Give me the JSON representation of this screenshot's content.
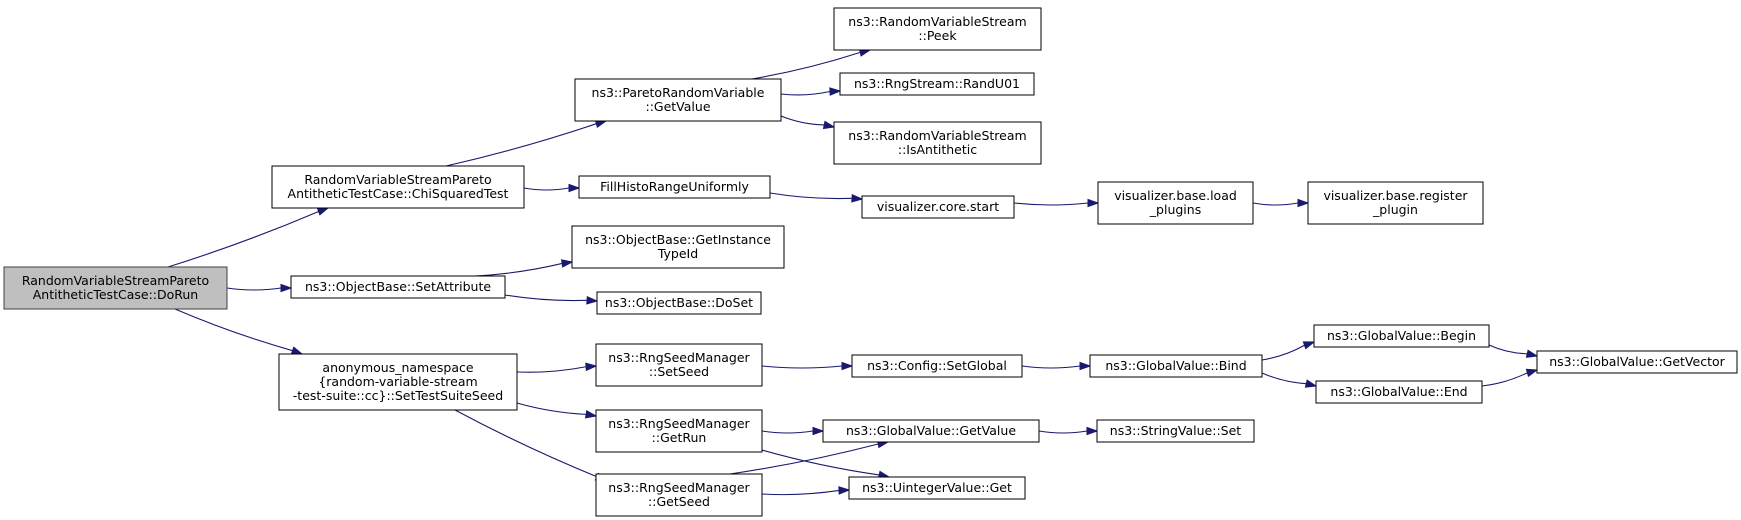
{
  "graph": {
    "edge_color": "#191970",
    "root_fill": "#bfbfbf",
    "nodes": [
      {
        "id": "doRun",
        "root": true,
        "lines": [
          "RandomVariableStreamPareto",
          "AntitheticTestCase::DoRun"
        ]
      },
      {
        "id": "chiSq",
        "lines": [
          "RandomVariableStreamPareto",
          "AntitheticTestCase::ChiSquaredTest"
        ]
      },
      {
        "id": "setAttr",
        "lines": [
          "ns3::ObjectBase::SetAttribute"
        ]
      },
      {
        "id": "setSuite",
        "lines": [
          "anonymous_namespace",
          "{random-variable-stream",
          "-test-suite::cc}::SetTestSuiteSeed"
        ]
      },
      {
        "id": "paretoGet",
        "lines": [
          "ns3::ParetoRandomVariable",
          "::GetValue"
        ]
      },
      {
        "id": "fillHisto",
        "lines": [
          "FillHistoRangeUniformly"
        ]
      },
      {
        "id": "getInst",
        "lines": [
          "ns3::ObjectBase::GetInstance",
          "TypeId"
        ]
      },
      {
        "id": "doSet",
        "lines": [
          "ns3::ObjectBase::DoSet"
        ]
      },
      {
        "id": "setSeed",
        "lines": [
          "ns3::RngSeedManager",
          "::SetSeed"
        ]
      },
      {
        "id": "getRun",
        "lines": [
          "ns3::RngSeedManager",
          "::GetRun"
        ]
      },
      {
        "id": "getSeed",
        "lines": [
          "ns3::RngSeedManager",
          "::GetSeed"
        ]
      },
      {
        "id": "peek",
        "lines": [
          "ns3::RandomVariableStream",
          "::Peek"
        ]
      },
      {
        "id": "randU01",
        "lines": [
          "ns3::RngStream::RandU01"
        ]
      },
      {
        "id": "isAnti",
        "lines": [
          "ns3::RandomVariableStream",
          "::IsAntithetic"
        ]
      },
      {
        "id": "vizStart",
        "lines": [
          "visualizer.core.start"
        ]
      },
      {
        "id": "loadPlugins",
        "lines": [
          "visualizer.base.load",
          "_plugins"
        ]
      },
      {
        "id": "regPlugin",
        "lines": [
          "visualizer.base.register",
          "_plugin"
        ]
      },
      {
        "id": "cfgSetGlobal",
        "lines": [
          "ns3::Config::SetGlobal"
        ]
      },
      {
        "id": "gvBind",
        "lines": [
          "ns3::GlobalValue::Bind"
        ]
      },
      {
        "id": "gvBegin",
        "lines": [
          "ns3::GlobalValue::Begin"
        ]
      },
      {
        "id": "gvEnd",
        "lines": [
          "ns3::GlobalValue::End"
        ]
      },
      {
        "id": "gvGetVector",
        "lines": [
          "ns3::GlobalValue::GetVector"
        ]
      },
      {
        "id": "gvGetValue",
        "lines": [
          "ns3::GlobalValue::GetValue"
        ]
      },
      {
        "id": "strSet",
        "lines": [
          "ns3::StringValue::Set"
        ]
      },
      {
        "id": "uintGet",
        "lines": [
          "ns3::UintegerValue::Get"
        ]
      }
    ],
    "edges": [
      [
        "doRun",
        "chiSq"
      ],
      [
        "doRun",
        "setAttr"
      ],
      [
        "doRun",
        "setSuite"
      ],
      [
        "chiSq",
        "paretoGet"
      ],
      [
        "chiSq",
        "fillHisto"
      ],
      [
        "paretoGet",
        "peek"
      ],
      [
        "paretoGet",
        "randU01"
      ],
      [
        "paretoGet",
        "isAnti"
      ],
      [
        "fillHisto",
        "vizStart"
      ],
      [
        "vizStart",
        "loadPlugins"
      ],
      [
        "loadPlugins",
        "regPlugin"
      ],
      [
        "setAttr",
        "getInst"
      ],
      [
        "setAttr",
        "doSet"
      ],
      [
        "setSuite",
        "setSeed"
      ],
      [
        "setSuite",
        "getRun"
      ],
      [
        "setSuite",
        "getSeed"
      ],
      [
        "setSeed",
        "cfgSetGlobal"
      ],
      [
        "cfgSetGlobal",
        "gvBind"
      ],
      [
        "gvBind",
        "gvBegin"
      ],
      [
        "gvBind",
        "gvEnd"
      ],
      [
        "gvBegin",
        "gvGetVector"
      ],
      [
        "gvEnd",
        "gvGetVector"
      ],
      [
        "getRun",
        "gvGetValue"
      ],
      [
        "getRun",
        "uintGet"
      ],
      [
        "getSeed",
        "gvGetValue"
      ],
      [
        "getSeed",
        "uintGet"
      ],
      [
        "gvGetValue",
        "strSet"
      ]
    ]
  }
}
